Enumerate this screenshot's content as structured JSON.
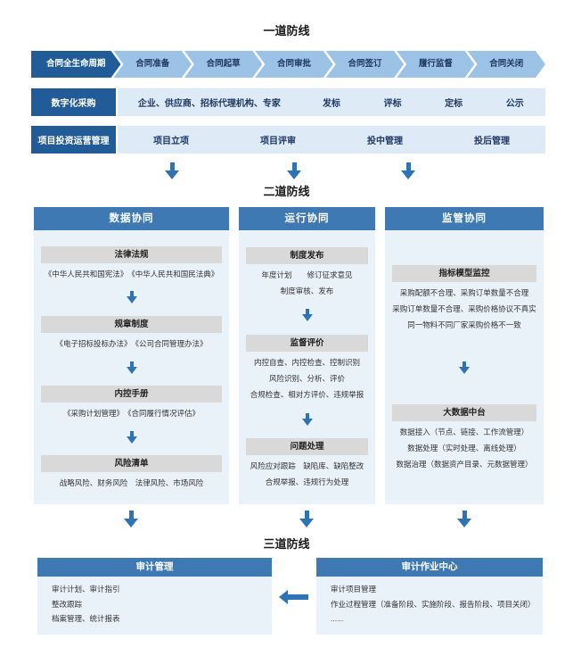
{
  "titles": {
    "line1": "一道防线",
    "line2": "二道防线",
    "line3": "三道防线"
  },
  "line1": {
    "chevrons": [
      "合同全生命周期",
      "合同准备",
      "合同起草",
      "合同审批",
      "合同签订",
      "履行监督",
      "合同关闭"
    ],
    "rows": [
      {
        "label": "数字化采购",
        "items": [
          "企业、供应商、招标代理机构、专家",
          "发标",
          "评标",
          "定标",
          "公示"
        ]
      },
      {
        "label": "项目投资运营管理",
        "items": [
          "项目立项",
          "项目评审",
          "投中管理",
          "投后管理"
        ]
      }
    ]
  },
  "line2": {
    "columns": [
      {
        "title": "数据协同",
        "blocks": [
          {
            "header": "法律法规",
            "lines": [
              "《中华人民共和国宪法》　《中华人民共和国民法典》"
            ]
          },
          {
            "header": "规章制度",
            "lines": [
              "《电子招标投标办法》　《公司合同管理办法》"
            ]
          },
          {
            "header": "内控手册",
            "lines": [
              "《采购计划管理》　《合同履行情况评估》"
            ]
          },
          {
            "header": "风险清单",
            "lines": [
              "战略风险、财务风险　法律风险、市场风险"
            ]
          }
        ]
      },
      {
        "title": "运行协同",
        "blocks": [
          {
            "header": "制度发布",
            "lines": [
              "年度计划　　修订征求意见",
              "制度审核、发布"
            ]
          },
          {
            "header": "监督评价",
            "lines": [
              "内控自查、内控检查、控制识别",
              "风险识别、分析、评价",
              "合规检查、相对方评价、违规举报"
            ]
          },
          {
            "header": "问题处理",
            "lines": [
              "风险应对跟踪　缺陷库、缺陷整改",
              "合规举报、违规行为处理"
            ]
          }
        ]
      },
      {
        "title": "监管协同",
        "blocks": [
          {
            "header": "指标模型监控",
            "lines": [
              "采购配额不合理、采购订单数量不合理",
              "采购订单数量不合理、采购价格协议不真实",
              "同一物料不同厂家采购价格不一致"
            ]
          },
          {
            "header": "大数据中台",
            "lines": [
              "数据接入（节点、链接、工作流管理）",
              "数据处理（实时处理、离线处理）",
              "数据治理（数据资产目录、元数据管理）"
            ]
          }
        ]
      }
    ]
  },
  "line3": {
    "boxes": [
      {
        "title": "审计管理",
        "lines": [
          "审计计划、审计指引",
          "整改跟踪",
          "档案管理、统计报表"
        ]
      },
      {
        "title": "审计作业中心",
        "lines": [
          "审计项目管理",
          "作业过程管理（准备阶段、实施阶段、报告阶段、项目关闭）",
          "......"
        ]
      }
    ]
  },
  "colors": {
    "dark_blue": "#215C98",
    "light_chevron": "#9CC2E5",
    "row_bg": "#DEEBF7",
    "header_blue": "#3E79B4",
    "panel_bg": "#E9F1F9",
    "subheader_gray": "#D9D9D9",
    "arrow_blue": "#2E74B5"
  }
}
